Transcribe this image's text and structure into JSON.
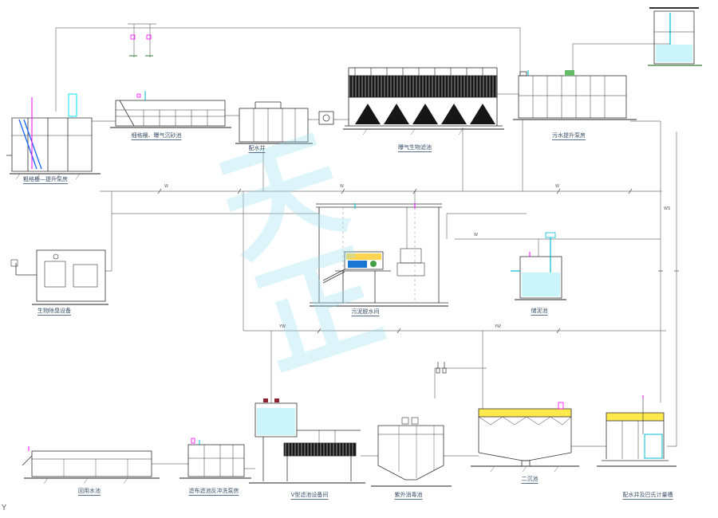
{
  "diagram": {
    "watermark": "天正",
    "corner_mark": "Y",
    "units": [
      {
        "id": "coarse-screen-lift-pump",
        "label": "粗格栅—提升泵房"
      },
      {
        "id": "fine-screen-grit",
        "label": "细格栅、曝气沉砂池"
      },
      {
        "id": "distribution-well",
        "label": "配水井"
      },
      {
        "id": "aeration-biofilter",
        "label": "曝气生物滤池"
      },
      {
        "id": "sewage-lift-pump",
        "label": "污水提升泵房"
      },
      {
        "id": "bio-deodorization",
        "label": "生物除臭设备"
      },
      {
        "id": "sludge-dewatering",
        "label": "污泥脱水间"
      },
      {
        "id": "sludge-storage",
        "label": "储泥池"
      },
      {
        "id": "reuse-water-tank",
        "label": "回用水池"
      },
      {
        "id": "filter-backwash-pump",
        "label": "滤布滤池反冲洗泵房"
      },
      {
        "id": "v-filter-equipment",
        "label": "V型滤池设备间"
      },
      {
        "id": "uv-disinfection",
        "label": "紫外消毒池"
      },
      {
        "id": "secondary-clarifier",
        "label": "二沉池"
      },
      {
        "id": "parshall-flume",
        "label": "配水井及巴氏计量槽"
      }
    ],
    "pipe_tags": [
      "W",
      "W",
      "W",
      "YW",
      "YW",
      "WS",
      "W"
    ],
    "colors": {
      "pipe": "#777",
      "structure": "#333",
      "water": "#c9f5fb",
      "cyan": "#00bcd4",
      "magenta": "#ff00ff",
      "blue": "#1565ff",
      "yellow": "#ffe94d",
      "green": "#2e7d32",
      "dark_band": "#161616",
      "watermark": "rgba(150,225,240,0.32)"
    }
  }
}
